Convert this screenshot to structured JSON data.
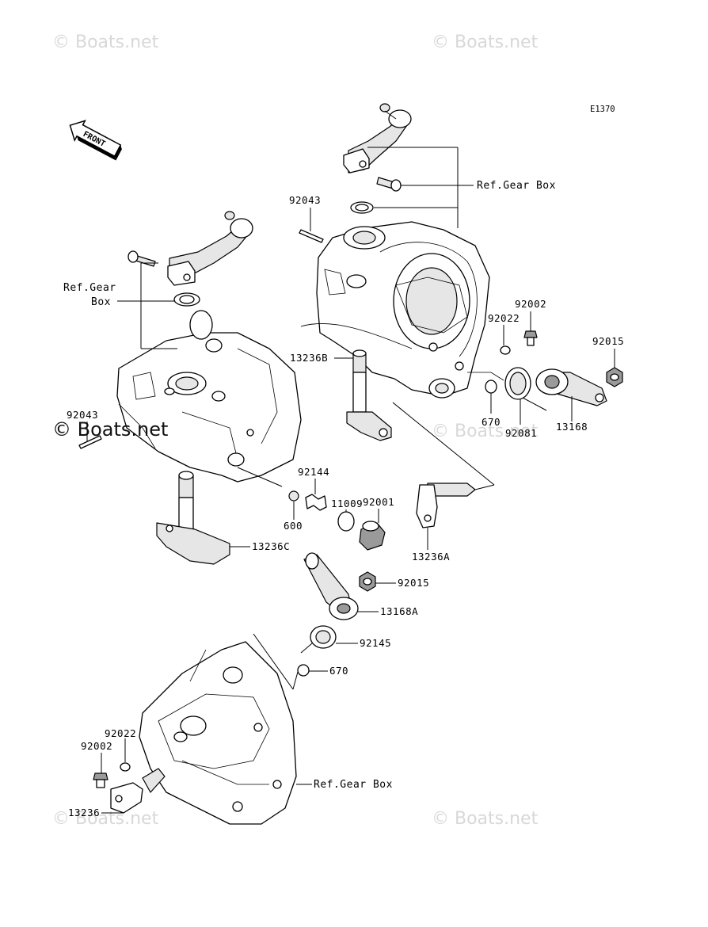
{
  "diagram_code": "E1370",
  "front_indicator": "FRONT",
  "watermarks": [
    "© Boats.net",
    "© Boats.net",
    "© Boats.net",
    "© Boats.net",
    "© Boats.net",
    "© Boats.net"
  ],
  "labels": {
    "ref_gear_box_top": "Ref.Gear Box",
    "ref_gear_left_1": "Ref.Gear",
    "ref_gear_left_2": "Box",
    "ref_gear_box_bottom": "Ref.Gear Box",
    "p92043_top": "92043",
    "p92043_left": "92043",
    "p13236B": "13236B",
    "p92002_top": "92002",
    "p92022_top": "92022",
    "p92015_top": "92015",
    "p670_top": "670",
    "p92081": "92081",
    "p13168": "13168",
    "p92144": "92144",
    "p11009": "11009",
    "p92001": "92001",
    "p600": "600",
    "p13236C": "13236C",
    "p13236A": "13236A",
    "p92015_mid": "92015",
    "p13168A": "13168A",
    "p92145": "92145",
    "p670_bottom": "670",
    "p92022_bottom": "92022",
    "p92002_bottom": "92002",
    "p13236": "13236"
  }
}
